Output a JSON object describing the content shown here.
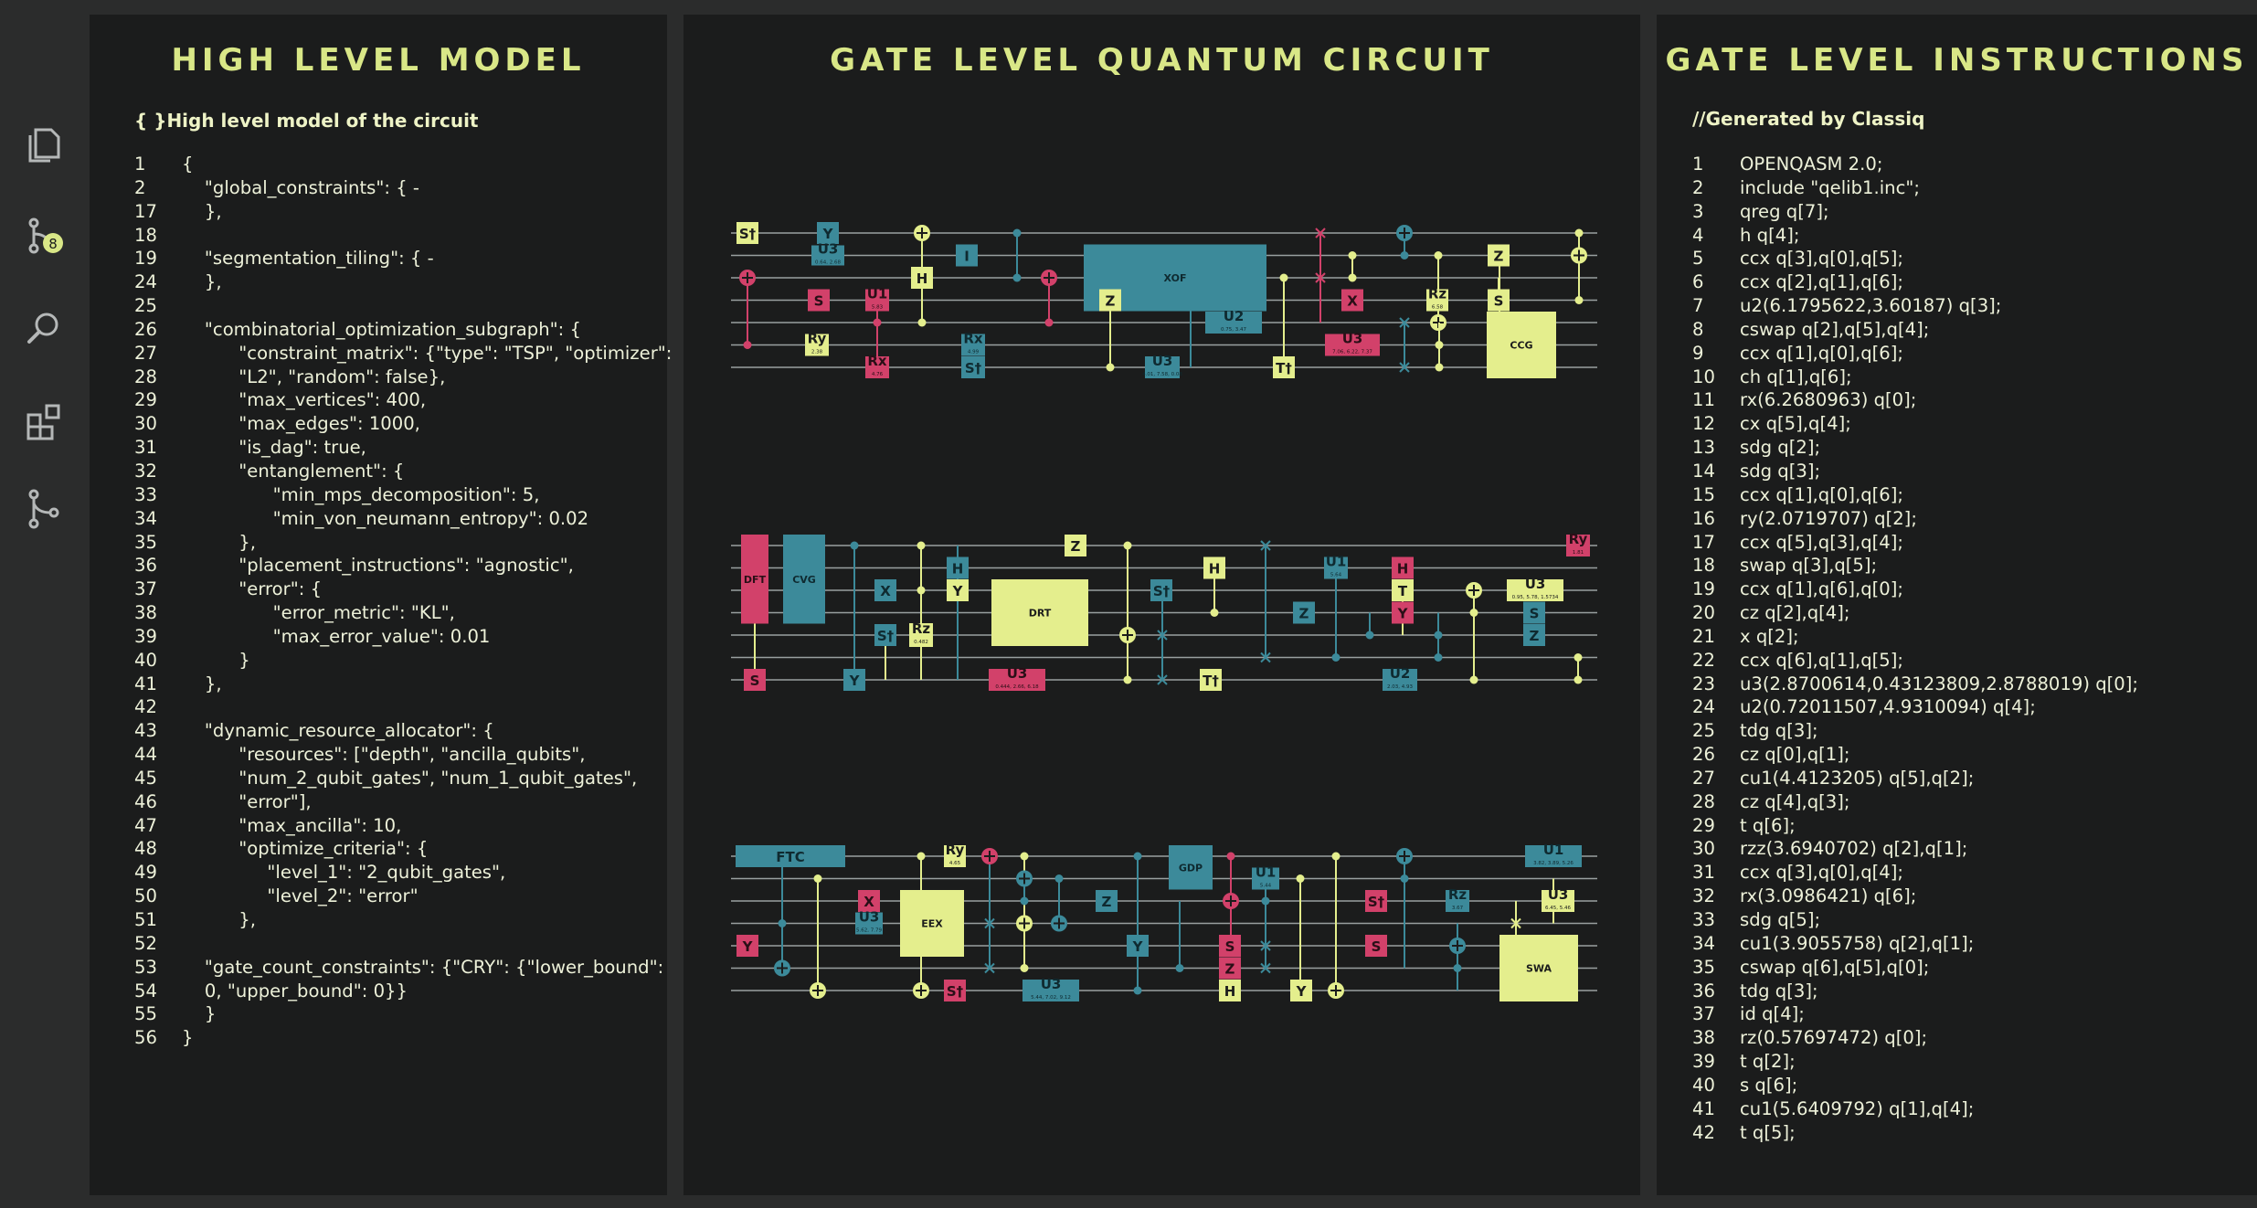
{
  "colors": {
    "yellow": "#e4ee8d",
    "pink": "#d2416a",
    "teal": "#3c8a9a",
    "wire": "#9aa0a0",
    "title": "#d9e787"
  },
  "activity_bar": {
    "icons": [
      "files-icon",
      "source-control-icon",
      "search-icon",
      "extensions-icon",
      "branch-icon"
    ],
    "source_control_badge": "8"
  },
  "model": {
    "title": "HIGH LEVEL MODEL",
    "header": "{ }High level model of the circuit",
    "lines": [
      {
        "n": "1",
        "t": "{"
      },
      {
        "n": "2",
        "t": "    \"global_constraints\": { -"
      },
      {
        "n": "17",
        "t": "    },"
      },
      {
        "n": "18",
        "t": ""
      },
      {
        "n": "19",
        "t": "    \"segmentation_tiling\": { -"
      },
      {
        "n": "24",
        "t": "    },"
      },
      {
        "n": "25",
        "t": ""
      },
      {
        "n": "26",
        "t": "    \"combinatorial_optimization_subgraph\": {"
      },
      {
        "n": "27",
        "t": "          \"constraint_matrix\": {\"type\": \"TSP\", \"optimizer\":"
      },
      {
        "n": "28",
        "t": "          \"L2\", \"random\": false},"
      },
      {
        "n": "29",
        "t": "          \"max_vertices\": 400,"
      },
      {
        "n": "30",
        "t": "          \"max_edges\": 1000,"
      },
      {
        "n": "31",
        "t": "          \"is_dag\": true,"
      },
      {
        "n": "32",
        "t": "          \"entanglement\": {"
      },
      {
        "n": "33",
        "t": "                \"min_mps_decomposition\": 5,"
      },
      {
        "n": "34",
        "t": "                \"min_von_neumann_entropy\": 0.02"
      },
      {
        "n": "35",
        "t": "          },"
      },
      {
        "n": "36",
        "t": "          \"placement_instructions\": \"agnostic\","
      },
      {
        "n": "37",
        "t": "          \"error\": {"
      },
      {
        "n": "38",
        "t": "                \"error_metric\": \"KL\","
      },
      {
        "n": "39",
        "t": "                \"max_error_value\": 0.01"
      },
      {
        "n": "40",
        "t": "          }"
      },
      {
        "n": "41",
        "t": "    },"
      },
      {
        "n": "42",
        "t": ""
      },
      {
        "n": "43",
        "t": "    \"dynamic_resource_allocator\": {"
      },
      {
        "n": "44",
        "t": "          \"resources\": [\"depth\", \"ancilla_qubits\","
      },
      {
        "n": "45",
        "t": "          \"num_2_qubit_gates\", \"num_1_qubit_gates\","
      },
      {
        "n": "46",
        "t": "          \"error\"],"
      },
      {
        "n": "47",
        "t": "          \"max_ancilla\": 10,"
      },
      {
        "n": "48",
        "t": "          \"optimize_criteria\": {"
      },
      {
        "n": "49",
        "t": "               \"level_1\": \"2_qubit_gates\","
      },
      {
        "n": "50",
        "t": "               \"level_2\": \"error\""
      },
      {
        "n": "51",
        "t": "          },"
      },
      {
        "n": "52",
        "t": ""
      },
      {
        "n": "53",
        "t": "    \"gate_count_constraints\": {\"CRY\": {\"lower_bound\":"
      },
      {
        "n": "54",
        "t": "    0, \"upper_bound\": 0}}"
      },
      {
        "n": "55",
        "t": "    }"
      },
      {
        "n": "56",
        "t": "}"
      }
    ]
  },
  "circuit": {
    "title": "GATE LEVEL QUANTUM CIRCUIT",
    "gates": [
      {
        "label": "S",
        "sup": "†",
        "c": "y"
      },
      {
        "label": "Y",
        "c": "t"
      },
      {
        "label": "U",
        "sub": "3",
        "p": "0.64, 2.68",
        "c": "t"
      },
      {
        "label": "S",
        "c": "p"
      },
      {
        "label": "U",
        "sub": "1",
        "p": "5.83",
        "c": "p"
      },
      {
        "label": "R",
        "sub": "y",
        "p": "2.38",
        "c": "y"
      },
      {
        "label": "R",
        "sub": "x",
        "p": "4.76",
        "c": "p"
      },
      {
        "label": "H",
        "c": "y"
      },
      {
        "label": "I",
        "c": "t"
      },
      {
        "label": "R",
        "sub": "x",
        "p": "4.99",
        "c": "t"
      },
      {
        "label": "S",
        "sup": "†",
        "c": "t"
      },
      {
        "label": "XOF",
        "c": "t"
      },
      {
        "label": "Z",
        "c": "y"
      },
      {
        "label": "U",
        "sub": "2",
        "p": "0.75, 3.47",
        "c": "t"
      },
      {
        "label": "U",
        "sub": "3",
        "p": "4.01, 7.58, 0.08",
        "c": "t"
      },
      {
        "label": "T",
        "sup": "†",
        "c": "y"
      },
      {
        "label": "X",
        "c": "p"
      },
      {
        "label": "U",
        "sub": "3",
        "p": "7.06, 6.22, 7.37",
        "c": "p"
      },
      {
        "label": "R",
        "sub": "z",
        "p": "6.58",
        "c": "y"
      },
      {
        "label": "Z",
        "c": "y"
      },
      {
        "label": "S",
        "c": "y"
      },
      {
        "label": "CCG",
        "c": "y"
      },
      {
        "label": "DFT",
        "c": "p"
      },
      {
        "label": "CVG",
        "c": "t"
      },
      {
        "label": "S",
        "c": "p"
      },
      {
        "label": "Y",
        "c": "t"
      },
      {
        "label": "X",
        "c": "t"
      },
      {
        "label": "S",
        "sup": "†",
        "c": "t"
      },
      {
        "label": "R",
        "sub": "z",
        "p": "0.482",
        "c": "y"
      },
      {
        "label": "H",
        "c": "t"
      },
      {
        "label": "Y",
        "c": "y"
      },
      {
        "label": "DRT",
        "c": "y"
      },
      {
        "label": "Z",
        "c": "y"
      },
      {
        "label": "U",
        "sub": "3",
        "p": "0.444, 2.66, 6.18",
        "c": "p"
      },
      {
        "label": "S",
        "sup": "†",
        "c": "t"
      },
      {
        "label": "T",
        "sup": "†",
        "c": "y"
      },
      {
        "label": "H",
        "c": "y"
      },
      {
        "label": "Z",
        "c": "t"
      },
      {
        "label": "U",
        "sub": "1",
        "p": "5.64",
        "c": "t"
      },
      {
        "label": "H",
        "c": "p"
      },
      {
        "label": "T",
        "c": "y"
      },
      {
        "label": "Y",
        "c": "p"
      },
      {
        "label": "U",
        "sub": "2",
        "p": "2.03, 4.93",
        "c": "t"
      },
      {
        "label": "U",
        "sub": "3",
        "p": "0.95, 5.78, 1.5734",
        "c": "y"
      },
      {
        "label": "S",
        "c": "t"
      },
      {
        "label": "Z",
        "c": "t"
      },
      {
        "label": "R",
        "sub": "y",
        "p": "1.81",
        "c": "p"
      },
      {
        "label": "FTC",
        "c": "t"
      },
      {
        "label": "X",
        "c": "p"
      },
      {
        "label": "U",
        "sub": "3",
        "p": "5.62, 7.79",
        "c": "t"
      },
      {
        "label": "Y",
        "c": "p"
      },
      {
        "label": "EEX",
        "c": "y"
      },
      {
        "label": "R",
        "sub": "y",
        "p": "4.65",
        "c": "y"
      },
      {
        "label": "S",
        "sup": "†",
        "c": "p"
      },
      {
        "label": "U",
        "sub": "3",
        "p": "5.44, 7.02, 9.12",
        "c": "t"
      },
      {
        "label": "Z",
        "c": "t"
      },
      {
        "label": "Y",
        "c": "t"
      },
      {
        "label": "GDP",
        "c": "t"
      },
      {
        "label": "S",
        "c": "p"
      },
      {
        "label": "Z",
        "c": "p"
      },
      {
        "label": "H",
        "c": "y"
      },
      {
        "label": "U",
        "sub": "1",
        "p": "5.44",
        "c": "t"
      },
      {
        "label": "Y",
        "c": "y"
      },
      {
        "label": "S",
        "sup": "†",
        "c": "p"
      },
      {
        "label": "S",
        "c": "p"
      },
      {
        "label": "R",
        "sub": "z",
        "p": "3.67",
        "c": "t"
      },
      {
        "label": "U",
        "sub": "1",
        "p": "3.82, 3.89, 5.26",
        "c": "t"
      },
      {
        "label": "U",
        "sub": "3",
        "p": "6.45, 5.46",
        "c": "y"
      },
      {
        "label": "SWA",
        "c": "y"
      }
    ]
  },
  "instructions": {
    "title": "GATE LEVEL INSTRUCTIONS",
    "header": "//Generated by Classiq",
    "lines": [
      {
        "n": "1",
        "t": "OPENQASM 2.0;"
      },
      {
        "n": "2",
        "t": "include \"qelib1.inc\";"
      },
      {
        "n": "3",
        "t": "qreg q[7];"
      },
      {
        "n": "4",
        "t": "h q[4];"
      },
      {
        "n": "5",
        "t": "ccx q[3],q[0],q[5];"
      },
      {
        "n": "6",
        "t": "ccx q[2],q[1],q[6];"
      },
      {
        "n": "7",
        "t": "u2(6.1795622,3.60187) q[3];"
      },
      {
        "n": "8",
        "t": "cswap q[2],q[5],q[4];"
      },
      {
        "n": "9",
        "t": "ccx q[1],q[0],q[6];"
      },
      {
        "n": "10",
        "t": "ch q[1],q[6];"
      },
      {
        "n": "11",
        "t": "rx(6.2680963) q[0];"
      },
      {
        "n": "12",
        "t": "cx q[5],q[4];"
      },
      {
        "n": "13",
        "t": "sdg q[2];"
      },
      {
        "n": "14",
        "t": "sdg q[3];"
      },
      {
        "n": "15",
        "t": "ccx q[1],q[0],q[6];"
      },
      {
        "n": "16",
        "t": "ry(2.0719707) q[2];"
      },
      {
        "n": "17",
        "t": "ccx q[5],q[3],q[4];"
      },
      {
        "n": "18",
        "t": "swap q[3],q[5];"
      },
      {
        "n": "19",
        "t": "ccx q[1],q[6],q[0];"
      },
      {
        "n": "20",
        "t": "cz q[2],q[4];"
      },
      {
        "n": "21",
        "t": "x q[2];"
      },
      {
        "n": "22",
        "t": "ccx q[6],q[1],q[5];"
      },
      {
        "n": "23",
        "t": "u3(2.8700614,0.43123809,2.8788019) q[0];"
      },
      {
        "n": "24",
        "t": "u2(0.72011507,4.9310094) q[4];"
      },
      {
        "n": "25",
        "t": "tdg q[3];"
      },
      {
        "n": "26",
        "t": "cz q[0],q[1];"
      },
      {
        "n": "27",
        "t": "cu1(4.4123205) q[5],q[2];"
      },
      {
        "n": "28",
        "t": "cz q[4],q[3];"
      },
      {
        "n": "29",
        "t": "t q[6];"
      },
      {
        "n": "30",
        "t": "rzz(3.6940702) q[2],q[1];"
      },
      {
        "n": "31",
        "t": "ccx q[3],q[0],q[4];"
      },
      {
        "n": "32",
        "t": "rx(3.0986421) q[6];"
      },
      {
        "n": "33",
        "t": "sdg q[5];"
      },
      {
        "n": "34",
        "t": "cu1(3.9055758) q[2],q[1];"
      },
      {
        "n": "35",
        "t": "cswap q[6],q[5],q[0];"
      },
      {
        "n": "36",
        "t": "tdg q[3];"
      },
      {
        "n": "37",
        "t": "id q[4];"
      },
      {
        "n": "38",
        "t": "rz(0.57697472) q[0];"
      },
      {
        "n": "39",
        "t": "t q[2];"
      },
      {
        "n": "40",
        "t": "s q[6];"
      },
      {
        "n": "41",
        "t": "cu1(5.6409792) q[1],q[4];"
      },
      {
        "n": "42",
        "t": "t q[5];"
      }
    ]
  }
}
